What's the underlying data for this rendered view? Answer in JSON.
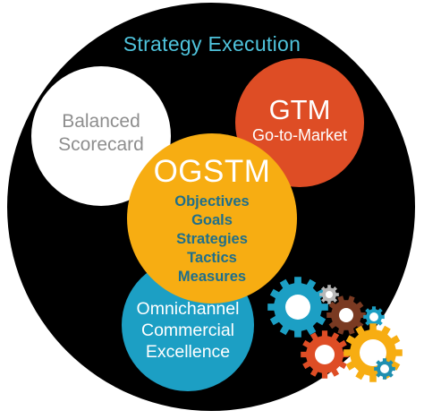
{
  "outer": {
    "title": "Strategy Execution",
    "background_color": "#000000",
    "title_color": "#4fc3dc"
  },
  "balanced": {
    "line1": "Balanced",
    "line2": "Scorecard",
    "fill": "#ffffff",
    "text_color": "#8e8e8e"
  },
  "gtm": {
    "title": "GTM",
    "subtitle": "Go-to-Market",
    "fill": "#de4d25",
    "text_color": "#ffffff"
  },
  "ogstm": {
    "title": "OGSTM",
    "fill": "#f7ad12",
    "title_color": "#ffffff",
    "items_color": "#1f6f8b",
    "items": [
      "Objectives",
      "Goals",
      "Strategies",
      "Tactics",
      "Measures"
    ]
  },
  "omni": {
    "line1": "Omnichannel",
    "line2": "Commercial",
    "line3": "Excellence",
    "fill": "#1c9fc4",
    "text_color": "#ffffff"
  },
  "gears": {
    "colors": [
      "#1c9fc4",
      "#b8b8b8",
      "#7a3a22",
      "#1c9fc4",
      "#de4d25",
      "#f7ad12",
      "#1f8fb0"
    ]
  }
}
